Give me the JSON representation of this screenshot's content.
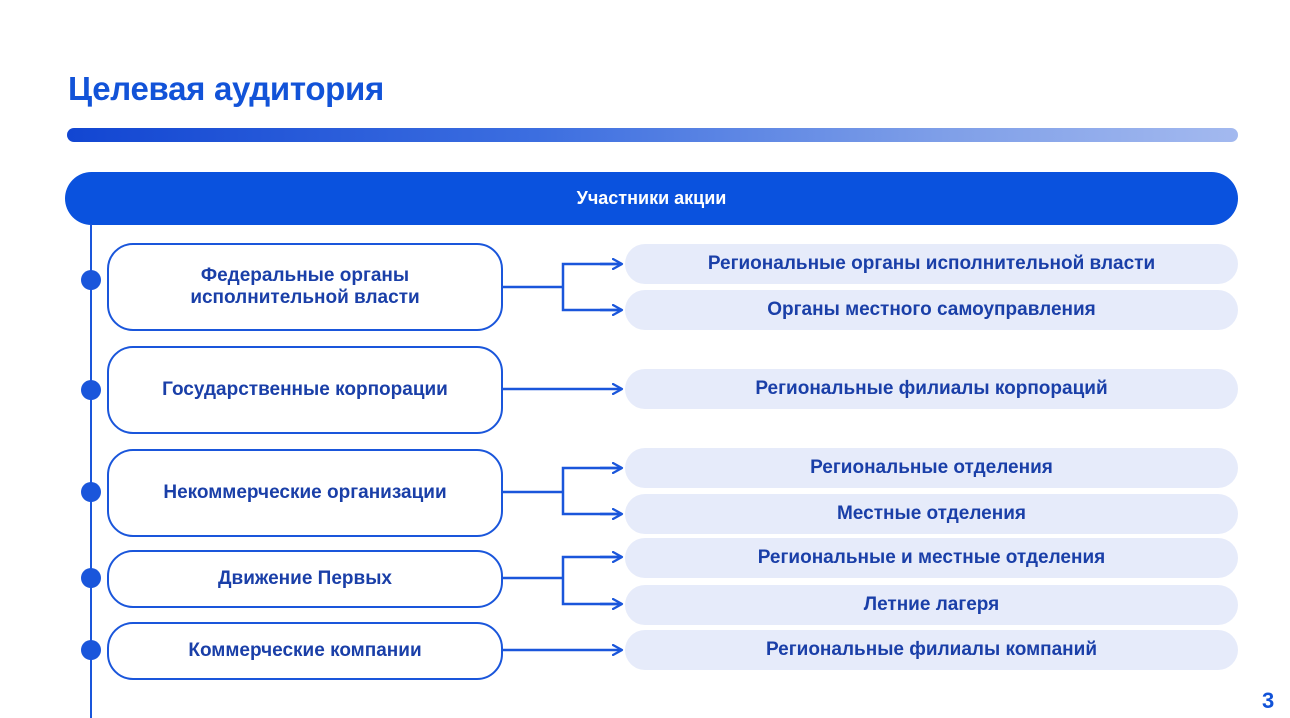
{
  "title": "Целевая аудитория",
  "header": "Участники акции",
  "rows": [
    {
      "left": [
        "Федеральные органы",
        "исполнительной власти"
      ],
      "right": [
        "Региональные органы исполнительной власти",
        "Органы местного самоуправления"
      ]
    },
    {
      "left": [
        "Государственные корпорации"
      ],
      "right": [
        "Региональные филиалы корпораций"
      ]
    },
    {
      "left": [
        "Некоммерческие организации"
      ],
      "right": [
        "Региональные отделения",
        "Местные отделения"
      ]
    },
    {
      "left": [
        "Движение Первых"
      ],
      "right": [
        "Региональные и местные отделения",
        "Летние лагеря"
      ]
    },
    {
      "left": [
        "Коммерческие компании"
      ],
      "right": [
        "Региональные филиалы компаний"
      ]
    }
  ],
  "page_number": "3",
  "colors": {
    "accent": "#1a56db",
    "header": "#0a52de",
    "pill": "#e6ebfa",
    "text": "#1a3fa8"
  }
}
